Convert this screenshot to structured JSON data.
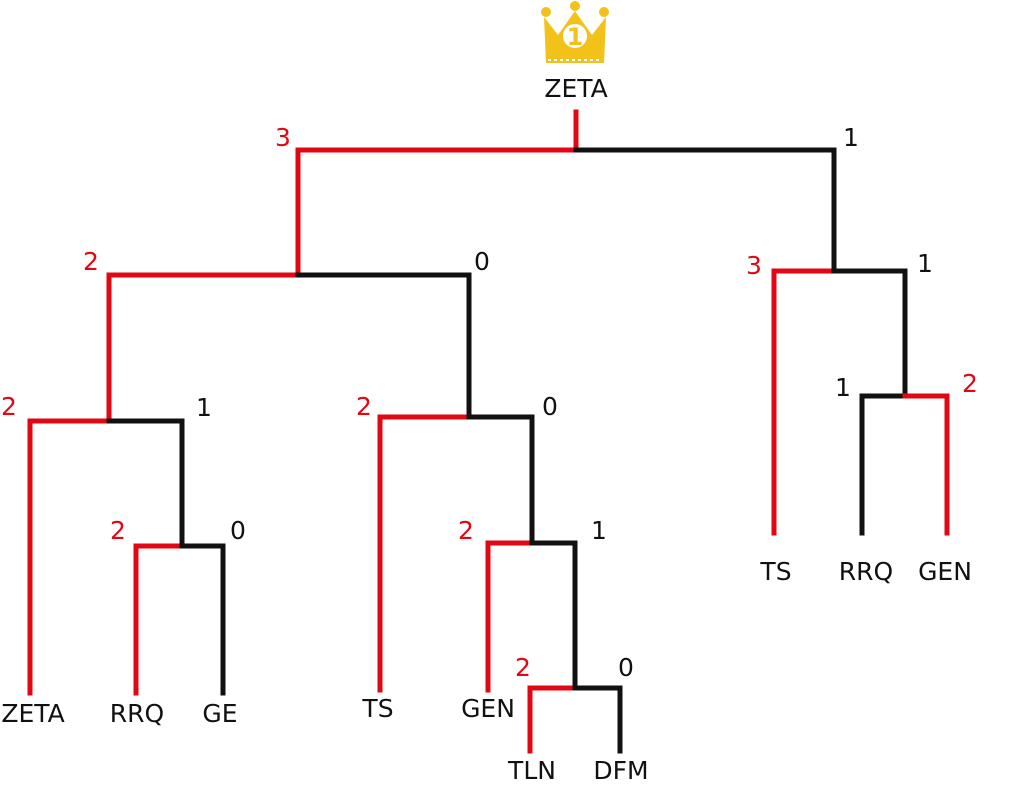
{
  "champion": {
    "name": "ZETA",
    "rank": "1",
    "crown_icon": "crown-icon"
  },
  "colors": {
    "winner": "#e30613",
    "loser": "#111111",
    "crown": "#f2c21b",
    "crown_text": "#ffffff"
  },
  "matches": [
    {
      "id": "final",
      "winner": "left",
      "left_score": "3",
      "right_score": "1"
    },
    {
      "id": "left-semi",
      "winner": "left",
      "left_score": "2",
      "right_score": "0"
    },
    {
      "id": "right-semi",
      "winner": "left",
      "left_score": "3",
      "right_score": "1"
    },
    {
      "id": "left-quarter-a",
      "winner": "left",
      "left_score": "2",
      "right_score": "1"
    },
    {
      "id": "left-quarter-b",
      "winner": "left",
      "left_score": "2",
      "right_score": "0"
    },
    {
      "id": "right-quarter",
      "winner": "right",
      "left_score": "1",
      "right_score": "2"
    },
    {
      "id": "round-1-a",
      "winner": "left",
      "left_score": "2",
      "right_score": "0"
    },
    {
      "id": "round-1-b",
      "winner": "left",
      "left_score": "2",
      "right_score": "1"
    },
    {
      "id": "round-0",
      "winner": "left",
      "left_score": "2",
      "right_score": "0"
    }
  ],
  "teams": [
    {
      "id": "zeta-left",
      "name": "ZETA"
    },
    {
      "id": "rrq-left",
      "name": "RRQ"
    },
    {
      "id": "ge",
      "name": "GE"
    },
    {
      "id": "ts-mid",
      "name": "TS"
    },
    {
      "id": "gen-mid",
      "name": "GEN"
    },
    {
      "id": "tln",
      "name": "TLN"
    },
    {
      "id": "dfm",
      "name": "DFM"
    },
    {
      "id": "ts-right",
      "name": "TS"
    },
    {
      "id": "rrq-right",
      "name": "RRQ"
    },
    {
      "id": "gen-right",
      "name": "GEN"
    }
  ]
}
